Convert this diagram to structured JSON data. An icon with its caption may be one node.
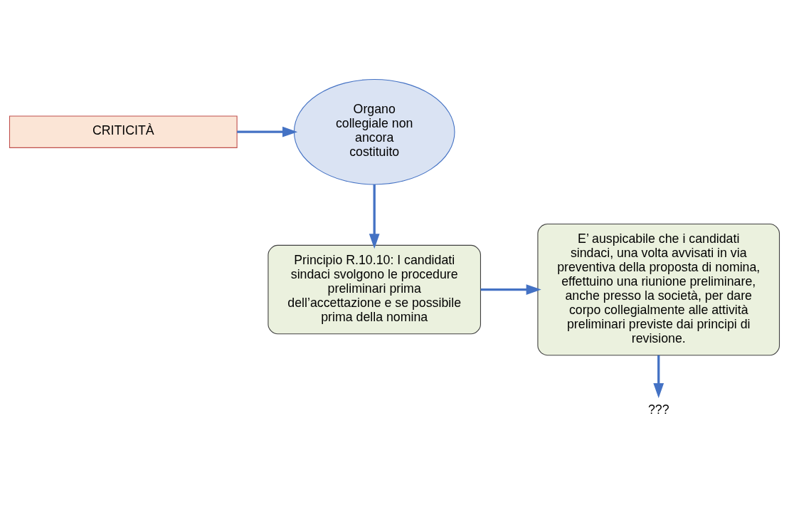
{
  "diagram": {
    "nodes": [
      {
        "text": [
          "CRITICITÀ"
        ]
      },
      {
        "text": [
          "Organo collegiale non ancora costituito"
        ]
      },
      {
        "text": [
          "Principio R.10.10: I candidati sindaci svolgono le procedure preliminari prima dell’accettazione e se possibile prima della nomina"
        ]
      },
      {
        "text": [
          "E’ auspicabile che i candidati sindaci, una volta avvisati in via preventiva della proposta di nomina, effettuino una riunione preliminare, anche presso la società, per dare corpo collegialmente alle attività preliminari previste dai principi di revisione."
        ]
      },
      {
        "text": [
          "???"
        ]
      }
    ],
    "edges": [
      {
        "from": 0,
        "to": 1,
        "arrow": "to"
      },
      {
        "from": 1,
        "to": 2,
        "arrow": "to"
      },
      {
        "from": 2,
        "to": 3,
        "arrow": "to"
      },
      {
        "from": 3,
        "to": 4,
        "arrow": "to"
      }
    ]
  }
}
